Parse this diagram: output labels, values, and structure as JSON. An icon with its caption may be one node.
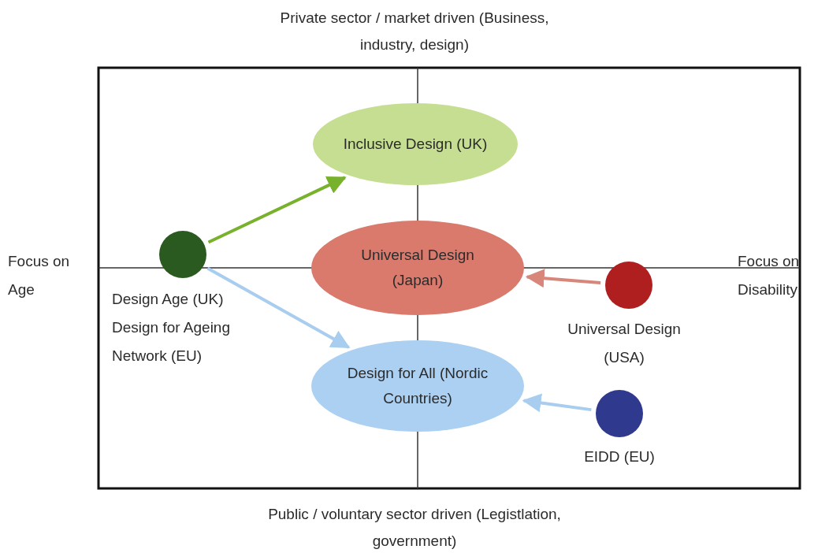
{
  "diagram": {
    "nodes": [
      {
        "text": [
          "Inclusive Design (UK)"
        ]
      },
      {
        "text": [
          "Universal Design (Japan)"
        ]
      },
      {
        "text": [
          "Design for All (Nordic Countries)"
        ]
      },
      {
        "text": [],
        "shape": "circle",
        "beside": [
          "Design Age (UK) Design for Ageing Network (EU)"
        ]
      },
      {
        "text": [],
        "shape": "circle",
        "beside": [
          "Universal Design (USA)"
        ]
      },
      {
        "text": [],
        "shape": "circle",
        "beside": [
          "EIDD (EU)"
        ]
      }
    ],
    "edges": [
      {
        "from": 3,
        "to": 0,
        "arrow": "to",
        "color": "#78b12b"
      },
      {
        "from": 3,
        "to": 2,
        "arrow": "to",
        "color": "#a8cdef"
      },
      {
        "from": 4,
        "to": 1,
        "arrow": "to",
        "color": "#d9867a"
      },
      {
        "from": 5,
        "to": 2,
        "arrow": "to",
        "color": "#a8cdef"
      }
    ],
    "labels": [
      "Private sector / market driven (Business, industry, design)",
      "Focus on Age",
      "Focus on Disability",
      "Public / voluntary sector driven (Legistlation, government)"
    ]
  }
}
